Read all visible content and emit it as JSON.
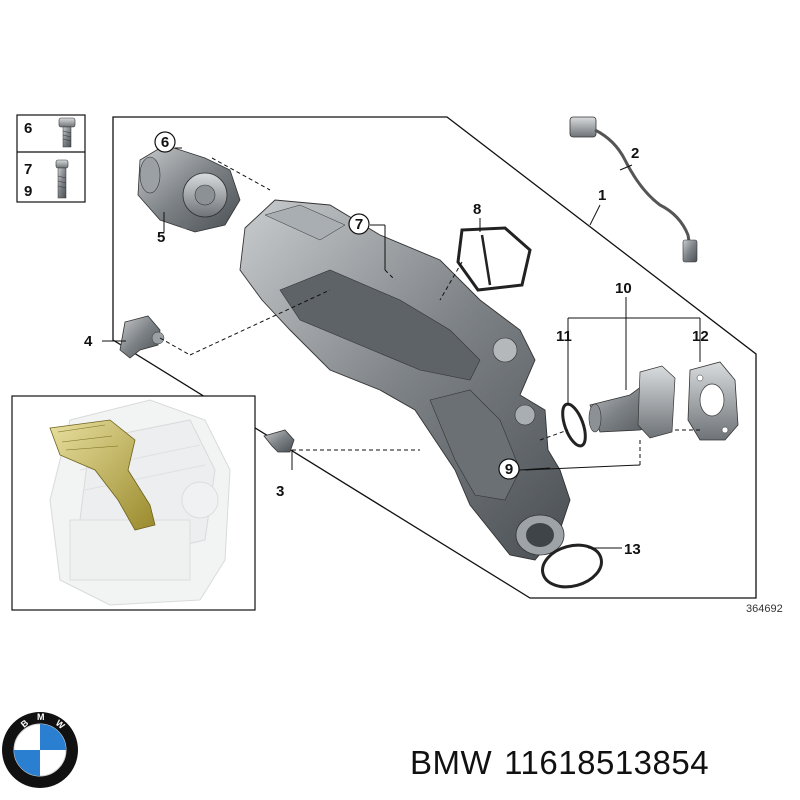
{
  "parts": [
    {
      "id": "p1",
      "label": "1"
    },
    {
      "id": "p2",
      "label": "2"
    },
    {
      "id": "p3",
      "label": "3"
    },
    {
      "id": "p4",
      "label": "4"
    },
    {
      "id": "p5",
      "label": "5"
    },
    {
      "id": "p6",
      "label": "6"
    },
    {
      "id": "p7",
      "label": "7"
    },
    {
      "id": "p8",
      "label": "8"
    },
    {
      "id": "p9",
      "label": "9"
    },
    {
      "id": "p10",
      "label": "10"
    },
    {
      "id": "p11",
      "label": "11"
    },
    {
      "id": "p12",
      "label": "12"
    },
    {
      "id": "p13",
      "label": "13"
    }
  ],
  "legend_box": {
    "row1": "6",
    "row2a": "7",
    "row2b": "9"
  },
  "callouts": {
    "c6": "6",
    "c7": "7",
    "c9": "9"
  },
  "diagram_code": "364692",
  "caption": {
    "brand": "BMW",
    "part_number": "11618513854"
  },
  "logo": {
    "text": "BMW",
    "colors": {
      "blue": "#2a7fd1",
      "white": "#ffffff",
      "ring": "#111111"
    }
  }
}
